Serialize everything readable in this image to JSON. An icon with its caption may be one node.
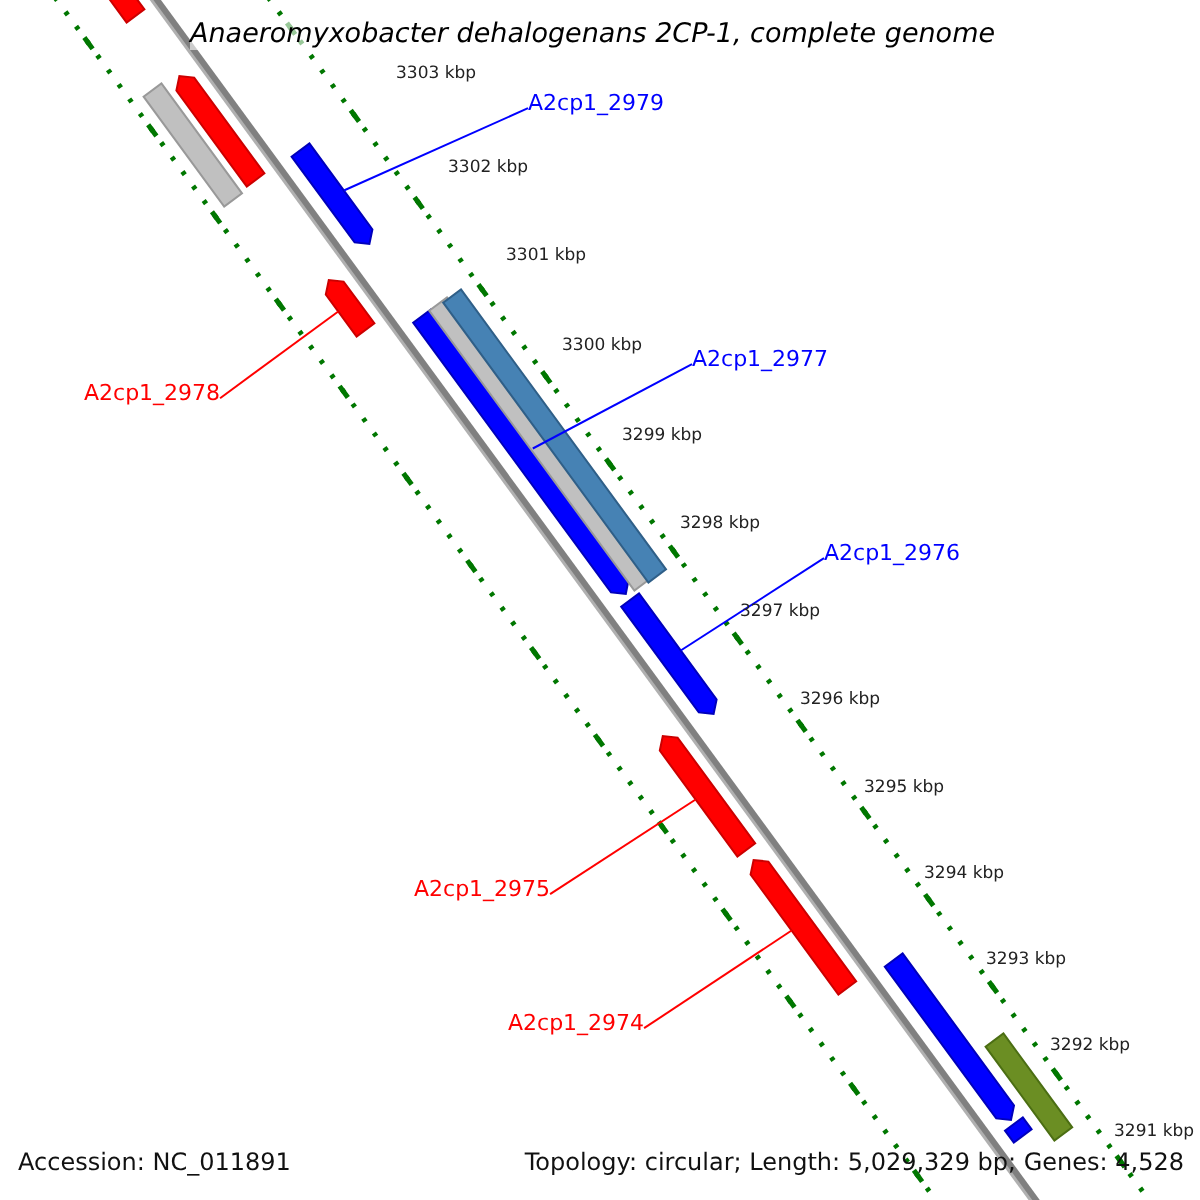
{
  "diagram": {
    "title": "Anaeromyxobacter dehalogenans 2CP-1, complete genome",
    "nodes": [
      {
        "text": [
          "A2cp1_2979"
        ]
      },
      {
        "text": [
          "A2cp1_2977"
        ]
      },
      {
        "text": [
          "A2cp1_2978"
        ]
      },
      {
        "text": [
          "A2cp1_2976"
        ]
      },
      {
        "text": [
          "A2cp1_2975"
        ]
      },
      {
        "text": [
          "A2cp1_2974"
        ]
      },
      {
        "text": [],
        "shape": "arrow"
      },
      {
        "text": [],
        "shape": "arrow"
      },
      {
        "text": [],
        "shape": "box"
      },
      {
        "text": [],
        "shape": "arrow"
      },
      {
        "text": [],
        "shape": "arrow"
      },
      {
        "text": [],
        "shape": "box"
      },
      {
        "text": [],
        "shape": "box"
      },
      {
        "text": [],
        "shape": "arrow"
      },
      {
        "text": [],
        "shape": "arrow"
      },
      {
        "text": [],
        "shape": "arrow"
      },
      {
        "text": [],
        "shape": "arrow"
      },
      {
        "text": [],
        "shape": "arrow"
      },
      {
        "text": [],
        "shape": "box"
      },
      {
        "text": [],
        "shape": "arrow"
      }
    ],
    "edges": [
      {
        "from": 0,
        "to": 9,
        "arrow": "none",
        "color": "#0000ff"
      },
      {
        "from": 1,
        "to": 13,
        "arrow": "none",
        "color": "#0000ff"
      },
      {
        "from": 2,
        "to": 10,
        "arrow": "none",
        "color": "#ff0000"
      },
      {
        "from": 3,
        "to": 14,
        "arrow": "none",
        "color": "#0000ff"
      },
      {
        "from": 4,
        "to": 15,
        "arrow": "none",
        "color": "#ff0000"
      },
      {
        "from": 5,
        "to": 16,
        "arrow": "none",
        "color": "#ff0000"
      }
    ],
    "labels": [
      "3303 kbp",
      "3302 kbp",
      "3301 kbp",
      "3300 kbp",
      "3299 kbp",
      "3298 kbp",
      "3297 kbp",
      "3296 kbp",
      "3295 kbp",
      "3294 kbp",
      "3293 kbp",
      "3292 kbp",
      "3291 kbp",
      "Accession: NC_011891",
      "Topology: circular; Length: 5,029,329 bp; Genes: 4,528"
    ]
  }
}
